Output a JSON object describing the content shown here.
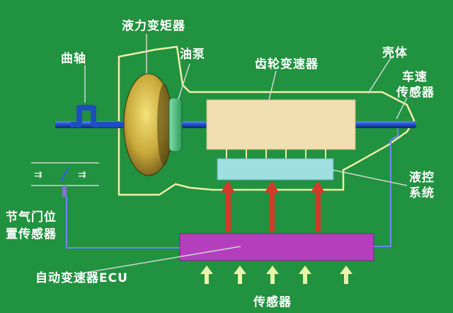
{
  "labels": {
    "torque_converter": "液力变矩器",
    "crankshaft": "曲轴",
    "oil_pump": "油泵",
    "gear_transmission": "齿轮变速器",
    "housing": "壳体",
    "speed_sensor_l1": "车速",
    "speed_sensor_l2": "传感器",
    "hydraulic_l1": "液控",
    "hydraulic_l2": "系统",
    "throttle_l1": "节气门位",
    "throttle_l2": "置传感器",
    "ecu": "自动变速器ECU",
    "sensors": "传感器"
  },
  "colors": {
    "background": "#21923f",
    "outline": "#f3eea6",
    "shaft": "#1f4fbf",
    "gearbox": "#f1dfb2",
    "hydraulic": "#9fdfe2",
    "ecu": "#b43fbd",
    "arrow_red": "#d23a2a",
    "arrow_light": "#e8f5a8",
    "signal_line": "#6b86ff",
    "leader_line": "#cfd8d8"
  }
}
